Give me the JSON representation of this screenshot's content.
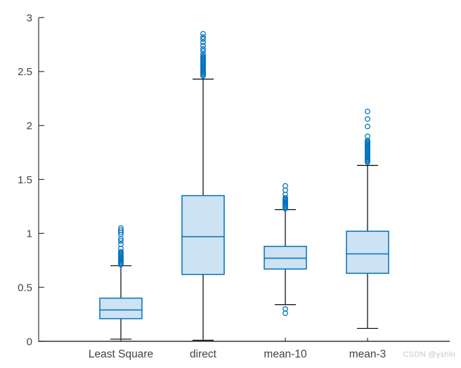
{
  "watermark": "CSDN @yshln",
  "colors": {
    "background": "#ffffff",
    "axis": "#333333",
    "tick_label": "#424242",
    "box_edge": "#0072bd",
    "box_fill": "#cde2f3",
    "median": "#0072bd",
    "whisker": "#000000",
    "outlier": "#0072bd",
    "watermark": "#c8c8c8"
  },
  "chart_data": {
    "type": "box",
    "title": "",
    "xlabel": "",
    "ylabel": "",
    "categories": [
      "Least Square",
      "direct",
      "mean-10",
      "mean-3"
    ],
    "ylim": [
      0,
      3
    ],
    "xlim": [
      0,
      5
    ],
    "yticks": [
      0,
      0.5,
      1,
      1.5,
      2,
      2.5,
      3
    ],
    "ytick_labels": [
      "0",
      "0.5",
      "1",
      "1.5",
      "2",
      "2.5",
      "3"
    ],
    "grid": false,
    "legend": null,
    "series": [
      {
        "name": "Least Square",
        "position": 1,
        "whisker_low": 0.02,
        "q1": 0.21,
        "median": 0.29,
        "q3": 0.4,
        "whisker_high": 0.7,
        "outliers": [
          0.71,
          0.72,
          0.73,
          0.74,
          0.75,
          0.76,
          0.77,
          0.78,
          0.79,
          0.8,
          0.81,
          0.82,
          0.83,
          0.86,
          0.9,
          0.93,
          0.95,
          0.99,
          1.01,
          1.03,
          1.05
        ]
      },
      {
        "name": "direct",
        "position": 2,
        "whisker_low": 0.01,
        "q1": 0.62,
        "median": 0.97,
        "q3": 1.35,
        "whisker_high": 2.43,
        "outliers": [
          2.46,
          2.47,
          2.48,
          2.49,
          2.5,
          2.51,
          2.52,
          2.53,
          2.54,
          2.55,
          2.56,
          2.57,
          2.58,
          2.59,
          2.6,
          2.61,
          2.62,
          2.63,
          2.64,
          2.66,
          2.69,
          2.71,
          2.74,
          2.77,
          2.8,
          2.82,
          2.85
        ]
      },
      {
        "name": "mean-10",
        "position": 3,
        "whisker_low": 0.34,
        "q1": 0.67,
        "median": 0.77,
        "q3": 0.88,
        "whisker_high": 1.22,
        "outliers": [
          0.26,
          0.3,
          1.23,
          1.24,
          1.25,
          1.26,
          1.27,
          1.28,
          1.29,
          1.3,
          1.31,
          1.32,
          1.33,
          1.36,
          1.4,
          1.44
        ]
      },
      {
        "name": "mean-3",
        "position": 4,
        "whisker_low": 0.12,
        "q1": 0.63,
        "median": 0.81,
        "q3": 1.02,
        "whisker_high": 1.63,
        "outliers": [
          1.66,
          1.67,
          1.68,
          1.69,
          1.7,
          1.71,
          1.72,
          1.73,
          1.74,
          1.75,
          1.76,
          1.77,
          1.78,
          1.79,
          1.8,
          1.81,
          1.82,
          1.83,
          1.84,
          1.85,
          1.86,
          1.9,
          1.99,
          2.06,
          2.13
        ]
      }
    ]
  }
}
